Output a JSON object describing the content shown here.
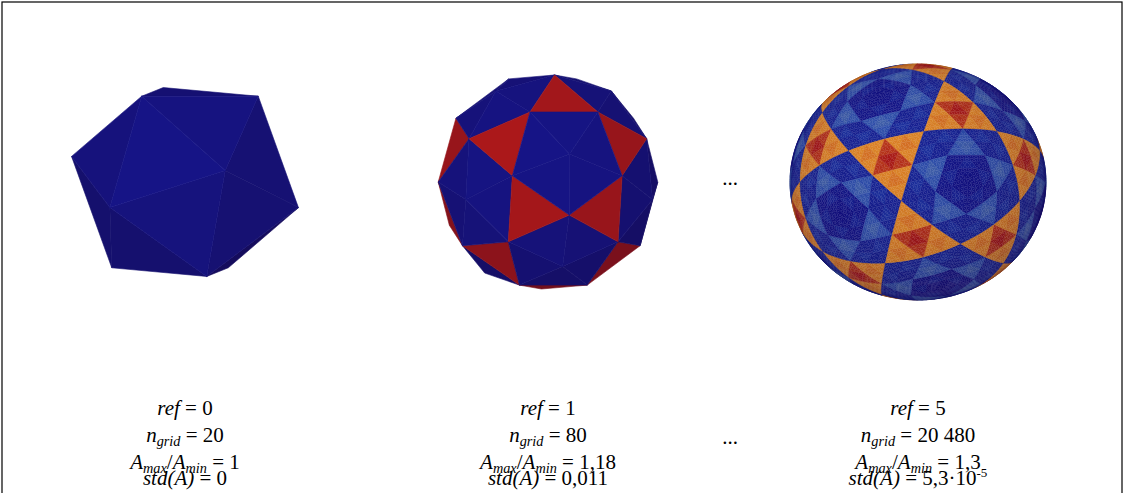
{
  "diagram": {
    "labels": [
      "ref",
      "= 0",
      "n",
      "grid",
      "= 20",
      "A",
      "max",
      "/",
      "A",
      "min",
      "= 1",
      "std(A)",
      "= 0",
      "ref",
      "= 1",
      "n",
      "grid",
      "= 80",
      "A",
      "max",
      "/",
      "A",
      "min",
      "= 1,18",
      "std(A)",
      "= 0,011",
      "...",
      "...",
      "ref",
      "= 5",
      "n",
      "grid",
      "= 20 480",
      "A",
      "max",
      "/",
      "A",
      "min",
      "= 1,3",
      "std(A)",
      "= 5,3·10",
      "-5"
    ]
  }
}
